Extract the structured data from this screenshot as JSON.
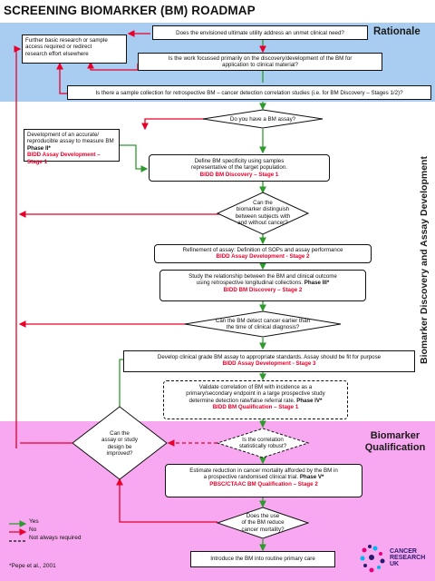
{
  "title": "SCREENING BIOMARKER (BM) ROADMAP",
  "sections": {
    "rationale": "Rationale",
    "discovery": "Biomarker Discovery and Assay Development",
    "qualification_l1": "Biomarker",
    "qualification_l2": "Qualification"
  },
  "colors": {
    "rationale_bg": "#a8cdf0",
    "qualification_bg": "#f7a8f0",
    "yes": "#2e9a2e",
    "no": "#e8002a",
    "stage_text": "#e8002a"
  },
  "boxes": {
    "further_research": [
      "Further basic research or sample",
      "access required or redirect",
      "research effort elsewhere"
    ],
    "unmet_need": "Does the envisioned ultimate utility address an unmet clinical need?",
    "focussed": [
      "Is the work focussed primarily on the discovery/development of the BM for",
      "application to clinical material?"
    ],
    "sample_collection": "Is there a sample collection for retrospective BM – cancer detection correlation studies (i.e. for BM Discovery – Stages 1/2)?",
    "have_assay": "Do you have a BM assay?",
    "develop_assay": [
      "Development of an accurate/",
      "reproducible assay to measure BM"
    ],
    "develop_assay_phase": "Phase II*",
    "develop_assay_stage": "BIDD Assay Development – Stage 1",
    "define_specificity": [
      "Define BM specificity using samples",
      "representative of the target population."
    ],
    "define_specificity_stage": "BIDD BM Discovery – Stage 1",
    "distinguish": [
      "Can the",
      "biomarker distinguish",
      "between subjects with",
      "and without cancer?"
    ],
    "refinement": "Refinement of assay: Definition of SOPs and assay performance",
    "refinement_stage": "BIDD  Assay Development - Stage 2",
    "relationship": [
      "Study the relationship between the BM and clinical outcome",
      "using retrospective longitudinal collections."
    ],
    "relationship_phase": "Phase III*",
    "relationship_stage": "BIDD  BM Discovery – Stage 2",
    "detect_earlier": [
      "Can the BM detect cancer earlier than",
      "the time of clinical diagnosis?"
    ],
    "clinical_grade": "Develop clinical grade BM assay to appropriate  standards. Assay should be fit for purpose",
    "clinical_grade_stage": "BIDD Assay Development - Stage 3",
    "validate": [
      "Validate correlation of BM with incidence as a",
      "primary/secondary endpoint in  a large prospective study",
      "determine detection rate/false referral rate."
    ],
    "validate_phase": "Phase IV*",
    "validate_stage": "BIDD BM Qualification – Stage 1",
    "assay_improved": [
      "Can the",
      "assay or study",
      "design be",
      "improved?"
    ],
    "correlation_robust": [
      "Is the correlation",
      "statistically robust?"
    ],
    "estimate": [
      "Estimate reduction in cancer mortality afforded by the BM in",
      "a prospective randomised clinical trial."
    ],
    "estimate_phase": "Phase V*",
    "estimate_stage": "PBSC/CTAAC  BM Qualification – Stage 2",
    "reduce_mortality": [
      "Does the use",
      "of the BM reduce",
      "cancer mortality?"
    ],
    "introduce": "Introduce the BM into routine primary care"
  },
  "legend": {
    "yes": "Yes",
    "no": "No",
    "not_always": "Not always required"
  },
  "footnote": "*Pepe et al., 2001",
  "logo": [
    "CANCER",
    "RESEARCH",
    "UK"
  ]
}
